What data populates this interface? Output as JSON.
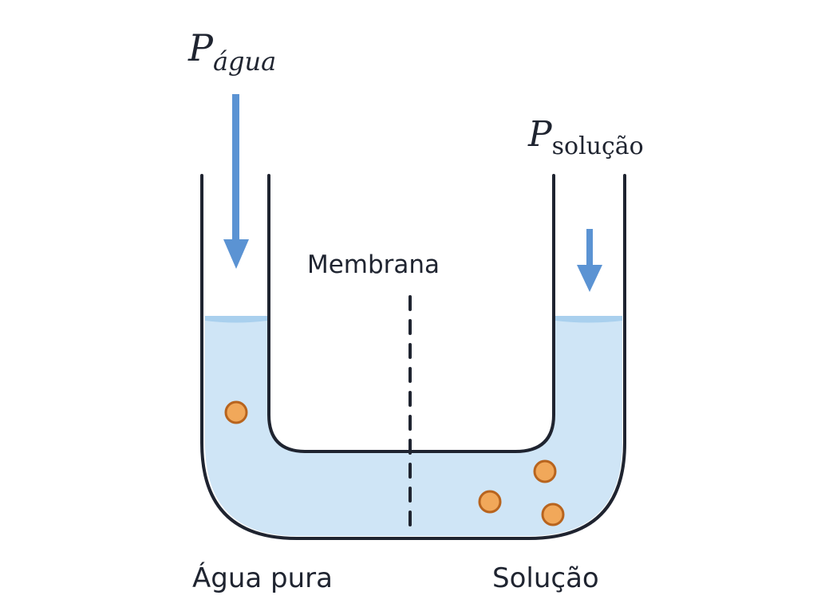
{
  "labels": {
    "pressure_left_symbol": "P",
    "pressure_left_subscript": "água",
    "pressure_right_symbol": "P",
    "pressure_right_subscript": "solução",
    "membrane": "Membrana",
    "left_side": "Água pura",
    "right_side": "Solução"
  },
  "colors": {
    "water": "#cfe5f6",
    "water_surface": "#a9d0ee",
    "tube_outline": "#1f2430",
    "arrow": "#5b93d3",
    "particle_fill": "#f1a85a",
    "particle_stroke": "#b8641e",
    "membrane": "#1f2430"
  },
  "icons": [
    "down-arrow-icon",
    "solute-particle-icon"
  ]
}
